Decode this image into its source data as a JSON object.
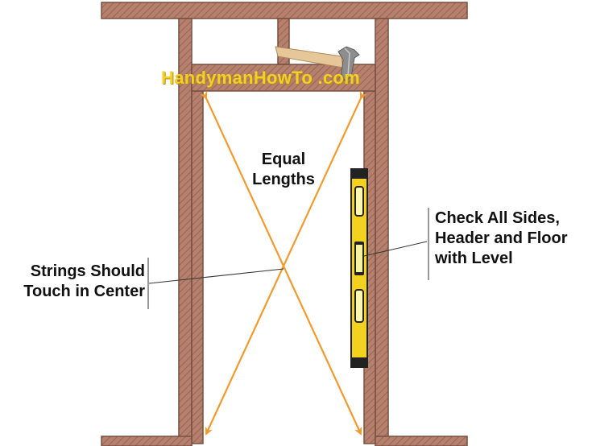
{
  "watermark": "HandymanHowTo .com",
  "labels": {
    "equal_lengths_line1": "Equal",
    "equal_lengths_line2": "Lengths",
    "level_line1": "Check All Sides,",
    "level_line2": "Header and Floor",
    "level_line3": "with Level",
    "strings_line1": "Strings Should",
    "strings_line2": "Touch in Center"
  },
  "colors": {
    "wood": "#b5806d",
    "wood_grain": "#8a5a48",
    "string": "#f29a2e",
    "level_body": "#f2d21c",
    "level_dark": "#222222",
    "leader": "#333333"
  },
  "icons": {
    "hammer": "hammer-icon",
    "level": "spirit-level-icon"
  }
}
